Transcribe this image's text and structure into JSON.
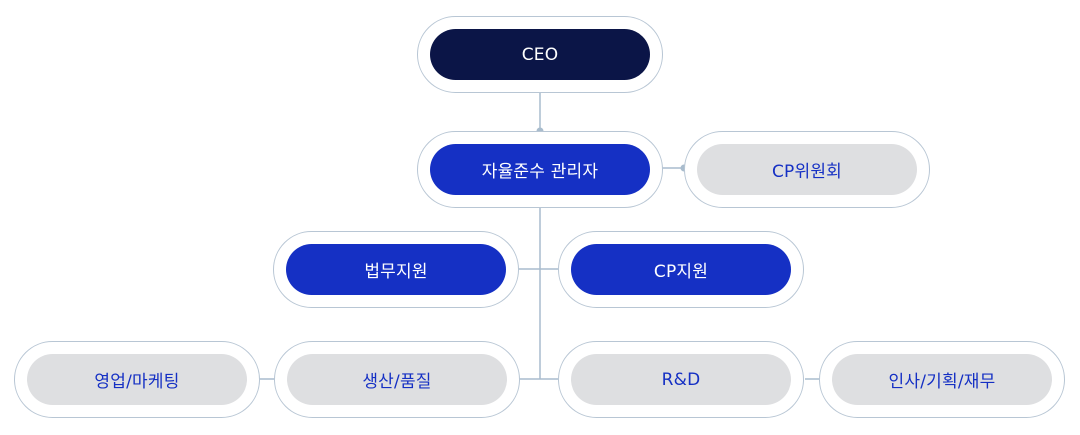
{
  "colors": {
    "ceo": "#0b1547",
    "primary": "#1530c4",
    "secondary": "#dedfe1",
    "secondary_text": "#1530c4",
    "outline": "#b8c6d4",
    "connector": "#a9bccd"
  },
  "nodes": {
    "ceo": "CEO",
    "compliance_officer": "자율준수 관리자",
    "cp_committee": "CP위원회",
    "legal_support": "법무지원",
    "cp_support": "CP지원",
    "sales_marketing": "영업/마케팅",
    "production_quality": "생산/품질",
    "rnd": "R&D",
    "hr_planning_finance": "인사/기획/재무"
  }
}
